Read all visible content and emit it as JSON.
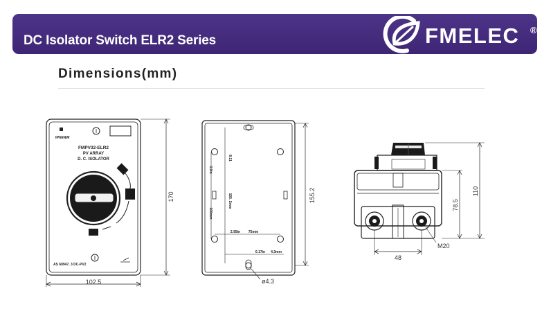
{
  "header": {
    "title": "DC Isolator Switch ELR2 Series",
    "brand": "FMELEC",
    "registered": "®"
  },
  "section": {
    "title": "Dimensions(mm)"
  },
  "front_view": {
    "ip_rating": "IP66NW",
    "model": "FMPV32-ELR2",
    "line2": "PV ARRAY",
    "line3": "D. C. ISOLATOR",
    "standard": "AS 60947. 3 DC-PV2",
    "height": "170",
    "width": "102.5"
  },
  "back_view": {
    "dim_top": "8.11",
    "dim_left_upper": "3.9in",
    "dim_left_lower": "100mm",
    "dim_mid": "155. 2mm",
    "dim_horizontal": "2.95in",
    "dim_horizontal_mm": "75mm",
    "dim_bottom_slot": "0.17in",
    "dim_bottom_slot_mm": "4.3mm",
    "height": "155.2",
    "hole": "ø4.3"
  },
  "side_view": {
    "height_total": "110",
    "height_body": "78.5",
    "gland_spacing": "48",
    "gland": "M20"
  }
}
